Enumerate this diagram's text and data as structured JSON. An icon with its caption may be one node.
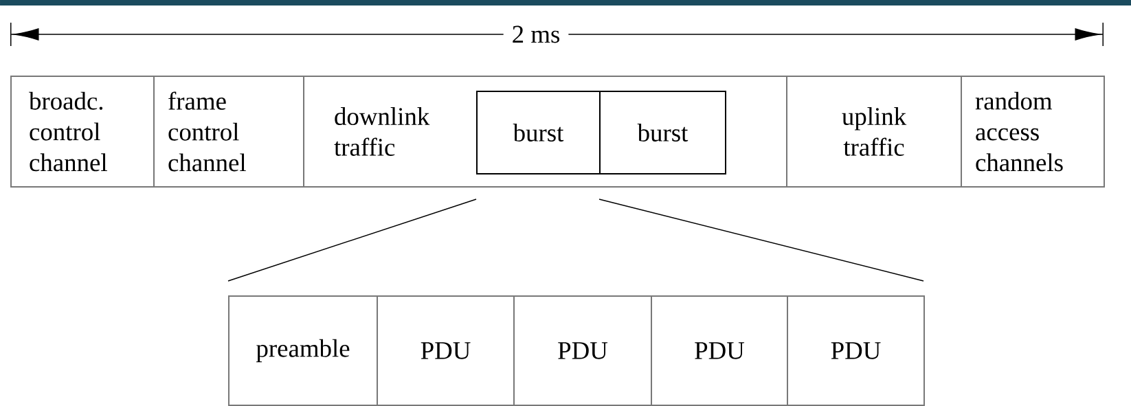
{
  "diagram": {
    "nodes": [
      {
        "text": [
          "broadc. control channel"
        ]
      },
      {
        "text": [
          "frame control channel"
        ]
      },
      {
        "text": [
          "downlink traffic"
        ]
      },
      {
        "text": [
          "burst"
        ],
        "in": 2
      },
      {
        "text": [
          "burst"
        ],
        "in": 2
      },
      {
        "text": [
          "uplink traffic"
        ]
      },
      {
        "text": [
          "random access channels"
        ]
      },
      {
        "text": [
          "preamble"
        ]
      },
      {
        "text": [
          "PDU"
        ]
      },
      {
        "text": [
          "PDU"
        ]
      },
      {
        "text": [
          "PDU"
        ]
      },
      {
        "text": [
          "PDU"
        ]
      }
    ],
    "labels": [
      "2 ms"
    ]
  }
}
